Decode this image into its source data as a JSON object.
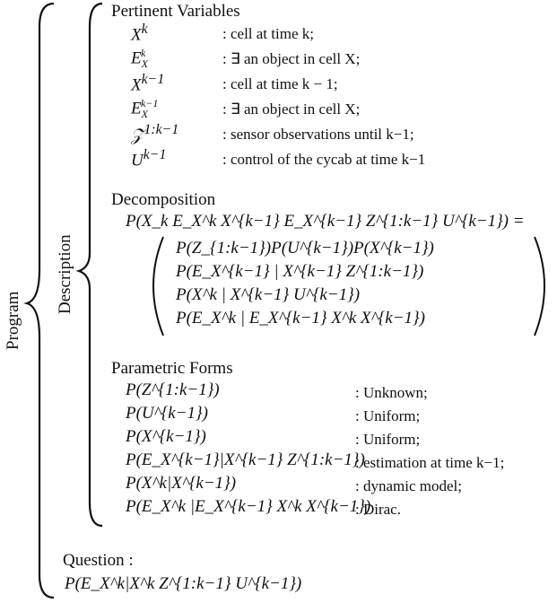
{
  "labels": {
    "program": "Program",
    "description": "Description"
  },
  "pertinent_variables": {
    "heading": "Pertinent Variables",
    "items": [
      {
        "symbol": "X^k",
        "desc": ": cell at time k;"
      },
      {
        "symbol": "E_X^k",
        "desc": ": ∃ an object in cell X;"
      },
      {
        "symbol": "X^{k−1}",
        "desc": ": cell at time k − 1;"
      },
      {
        "symbol": "E_X^{k−1}",
        "desc": ": ∃ an object in cell X;"
      },
      {
        "symbol": "Z^{1:k−1}",
        "desc": ": sensor observations until k−1;"
      },
      {
        "symbol": "U^{k−1}",
        "desc": ": control of the cycab at time k−1"
      }
    ]
  },
  "decomposition": {
    "heading": "Decomposition",
    "lhs": "P(X_k E_X^k X^{k−1} E_X^{k−1} Z^{1:k−1} U^{k−1}) =",
    "terms": [
      "P(Z_{1:k−1})P(U^{k−1})P(X^{k−1})",
      "P(E_X^{k−1} | X^{k−1} Z^{1:k−1})",
      "P(X^k | X^{k−1} U^{k−1})",
      "P(E_X^k | E_X^{k−1} X^k X^{k−1})"
    ]
  },
  "parametric_forms": {
    "heading": "Parametric Forms",
    "items": [
      {
        "expr": "P(Z^{1:k−1})",
        "form": ": Unknown;"
      },
      {
        "expr": "P(U^{k−1})",
        "form": ": Uniform;"
      },
      {
        "expr": "P(X^{k−1})",
        "form": ": Uniform;"
      },
      {
        "expr": "P(E_X^{k−1}|X^{k−1} Z^{1:k−1})",
        "form": ": estimation at time k−1;"
      },
      {
        "expr": "P(X^k|X^{k−1})",
        "form": ": dynamic model;"
      },
      {
        "expr": "P(E_X^k |E_X^{k−1} X^k X^{k−1})",
        "form": ": Dirac."
      }
    ]
  },
  "question": {
    "heading": "Question :",
    "expr": "P(E_X^k|X^k Z^{1:k−1} U^{k−1})"
  }
}
